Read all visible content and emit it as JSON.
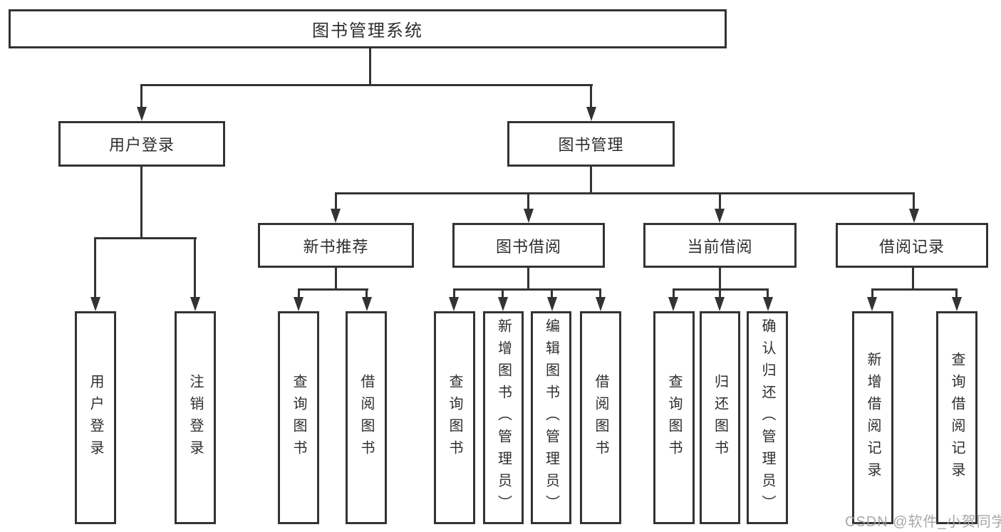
{
  "root": {
    "label": "图书管理系统"
  },
  "level2": [
    {
      "id": "user-login",
      "label": "用户登录"
    },
    {
      "id": "book-management",
      "label": "图书管理"
    }
  ],
  "level3": [
    {
      "id": "new-book-recommend",
      "label": "新书推荐"
    },
    {
      "id": "book-borrow",
      "label": "图书借阅"
    },
    {
      "id": "current-borrow",
      "label": "当前借阅"
    },
    {
      "id": "borrow-record",
      "label": "借阅记录"
    }
  ],
  "leaves": [
    {
      "group": "user-login",
      "label": "用户登录"
    },
    {
      "group": "user-login",
      "label": "注销登录"
    },
    {
      "group": "new-book-recommend",
      "label": "查询图书"
    },
    {
      "group": "new-book-recommend",
      "label": "借阅图书"
    },
    {
      "group": "book-borrow",
      "label": "查询图书"
    },
    {
      "group": "book-borrow",
      "label": "新增图书（管理员）"
    },
    {
      "group": "book-borrow",
      "label": "编辑图书（管理员）"
    },
    {
      "group": "book-borrow",
      "label": "借阅图书"
    },
    {
      "group": "current-borrow",
      "label": "查询图书"
    },
    {
      "group": "current-borrow",
      "label": "归还图书"
    },
    {
      "group": "current-borrow",
      "label": "确认归还（管理员）"
    },
    {
      "group": "borrow-record",
      "label": "新增借阅记录"
    },
    {
      "group": "borrow-record",
      "label": "查询借阅记录"
    }
  ],
  "watermark": "CSDN @软件_小贺同学",
  "colors": {
    "line": "#333333",
    "text": "#2e2e2e",
    "background": "#ffffff",
    "watermark": "#9e9e9e"
  }
}
